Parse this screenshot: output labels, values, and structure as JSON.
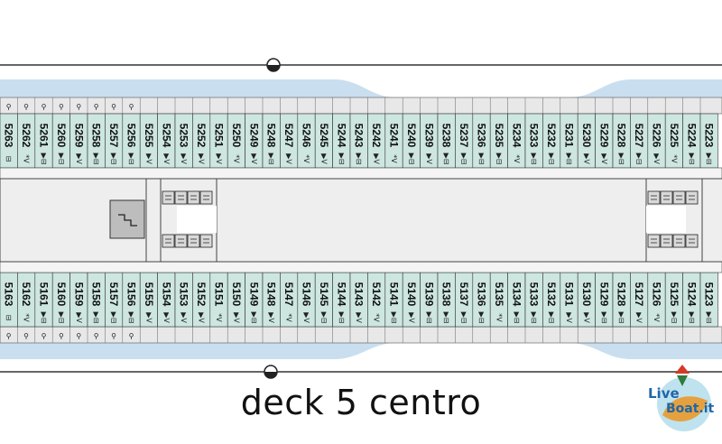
{
  "deck": {
    "title": "deck 5 centro"
  },
  "colors": {
    "cabin_fill": "#cde6e0",
    "water": "#c9dff0",
    "corridor": "#eeeeee",
    "strip": "#e8e8e8",
    "line": "#333333"
  },
  "cabins": {
    "top": [
      {
        "number": "5263",
        "symbol": "⊟"
      },
      {
        "number": "5262",
        "symbol": "*V"
      },
      {
        "number": "5261",
        "symbol": "▶⊟"
      },
      {
        "number": "5260",
        "symbol": "▶⊟"
      },
      {
        "number": "5259",
        "symbol": "▶V"
      },
      {
        "number": "5258",
        "symbol": "▶⊟"
      },
      {
        "number": "5257",
        "symbol": "▶⊟"
      },
      {
        "number": "5256",
        "symbol": "▶⊟"
      },
      {
        "number": "5255",
        "symbol": "▶V"
      },
      {
        "number": "5254",
        "symbol": "▶V"
      },
      {
        "number": "5253",
        "symbol": "▶V"
      },
      {
        "number": "5252",
        "symbol": "▶V"
      },
      {
        "number": "5251",
        "symbol": "▶V"
      },
      {
        "number": "5250",
        "symbol": "*V"
      },
      {
        "number": "5249",
        "symbol": "▶V"
      },
      {
        "number": "5248",
        "symbol": "▶⊟"
      },
      {
        "number": "5247",
        "symbol": "▶V"
      },
      {
        "number": "5246",
        "symbol": "*V"
      },
      {
        "number": "5245",
        "symbol": "▶V"
      },
      {
        "number": "5244",
        "symbol": "▶⊟"
      },
      {
        "number": "5243",
        "symbol": "▶⊟"
      },
      {
        "number": "5242",
        "symbol": "▶V"
      },
      {
        "number": "5241",
        "symbol": "*V"
      },
      {
        "number": "5240",
        "symbol": "▶⊟"
      },
      {
        "number": "5239",
        "symbol": "▶V"
      },
      {
        "number": "5238",
        "symbol": "▶⊟"
      },
      {
        "number": "5237",
        "symbol": "▶⊟"
      },
      {
        "number": "5236",
        "symbol": "▶⊟"
      },
      {
        "number": "5235",
        "symbol": "▶⊟"
      },
      {
        "number": "5234",
        "symbol": "*V"
      },
      {
        "number": "5233",
        "symbol": "▶⊟"
      },
      {
        "number": "5232",
        "symbol": "▶⊟"
      },
      {
        "number": "5231",
        "symbol": "▶⊟"
      },
      {
        "number": "5230",
        "symbol": "▶V"
      },
      {
        "number": "5229",
        "symbol": "▶V"
      },
      {
        "number": "5228",
        "symbol": "▶⊟"
      },
      {
        "number": "5227",
        "symbol": "▶⊟"
      },
      {
        "number": "5226",
        "symbol": "▶V"
      },
      {
        "number": "5225",
        "symbol": "*V"
      },
      {
        "number": "5224",
        "symbol": "▶⊟"
      },
      {
        "number": "5223",
        "symbol": "▶⊟"
      }
    ],
    "bottom": [
      {
        "number": "5163",
        "symbol": "⊟"
      },
      {
        "number": "5162",
        "symbol": "*V"
      },
      {
        "number": "5161",
        "symbol": "▶⊟"
      },
      {
        "number": "5160",
        "symbol": "▶⊟"
      },
      {
        "number": "5159",
        "symbol": "▶V"
      },
      {
        "number": "5158",
        "symbol": "▶⊟"
      },
      {
        "number": "5157",
        "symbol": "▶⊟"
      },
      {
        "number": "5156",
        "symbol": "▶⊟"
      },
      {
        "number": "5155",
        "symbol": "▶V"
      },
      {
        "number": "5154",
        "symbol": "▶V"
      },
      {
        "number": "5153",
        "symbol": "▶V"
      },
      {
        "number": "5152",
        "symbol": "▶V"
      },
      {
        "number": "5151",
        "symbol": "*V"
      },
      {
        "number": "5150",
        "symbol": "▶V"
      },
      {
        "number": "5149",
        "symbol": "▶⊟"
      },
      {
        "number": "5148",
        "symbol": "▶V"
      },
      {
        "number": "5147",
        "symbol": "*V"
      },
      {
        "number": "5146",
        "symbol": "▶V"
      },
      {
        "number": "5145",
        "symbol": "▶⊟"
      },
      {
        "number": "5144",
        "symbol": "▶⊟"
      },
      {
        "number": "5143",
        "symbol": "▶V"
      },
      {
        "number": "5142",
        "symbol": "*V"
      },
      {
        "number": "5141",
        "symbol": "▶⊟"
      },
      {
        "number": "5140",
        "symbol": "▶V"
      },
      {
        "number": "5139",
        "symbol": "▶⊟"
      },
      {
        "number": "5138",
        "symbol": "▶⊟"
      },
      {
        "number": "5137",
        "symbol": "▶⊟"
      },
      {
        "number": "5136",
        "symbol": "▶⊟"
      },
      {
        "number": "5135",
        "symbol": "*V"
      },
      {
        "number": "5134",
        "symbol": "▶⊟"
      },
      {
        "number": "5133",
        "symbol": "▶⊟"
      },
      {
        "number": "5132",
        "symbol": "▶⊟"
      },
      {
        "number": "5131",
        "symbol": "▶V"
      },
      {
        "number": "5130",
        "symbol": "▶V"
      },
      {
        "number": "5129",
        "symbol": "▶⊟"
      },
      {
        "number": "5128",
        "symbol": "▶⊟"
      },
      {
        "number": "5127",
        "symbol": "▶V"
      },
      {
        "number": "5126",
        "symbol": "*V"
      },
      {
        "number": "5125",
        "symbol": "▶⊟"
      },
      {
        "number": "5124",
        "symbol": "▶⊟"
      },
      {
        "number": "5123",
        "symbol": "▶⊟"
      }
    ]
  },
  "icons": {
    "balcony": "balcony-icon",
    "stairs": "stairs-icon",
    "elevator": "elevator-icon",
    "muster_station": "muster-station-icon"
  },
  "logo": {
    "line1": "Live",
    "line2": "Boat.it"
  }
}
